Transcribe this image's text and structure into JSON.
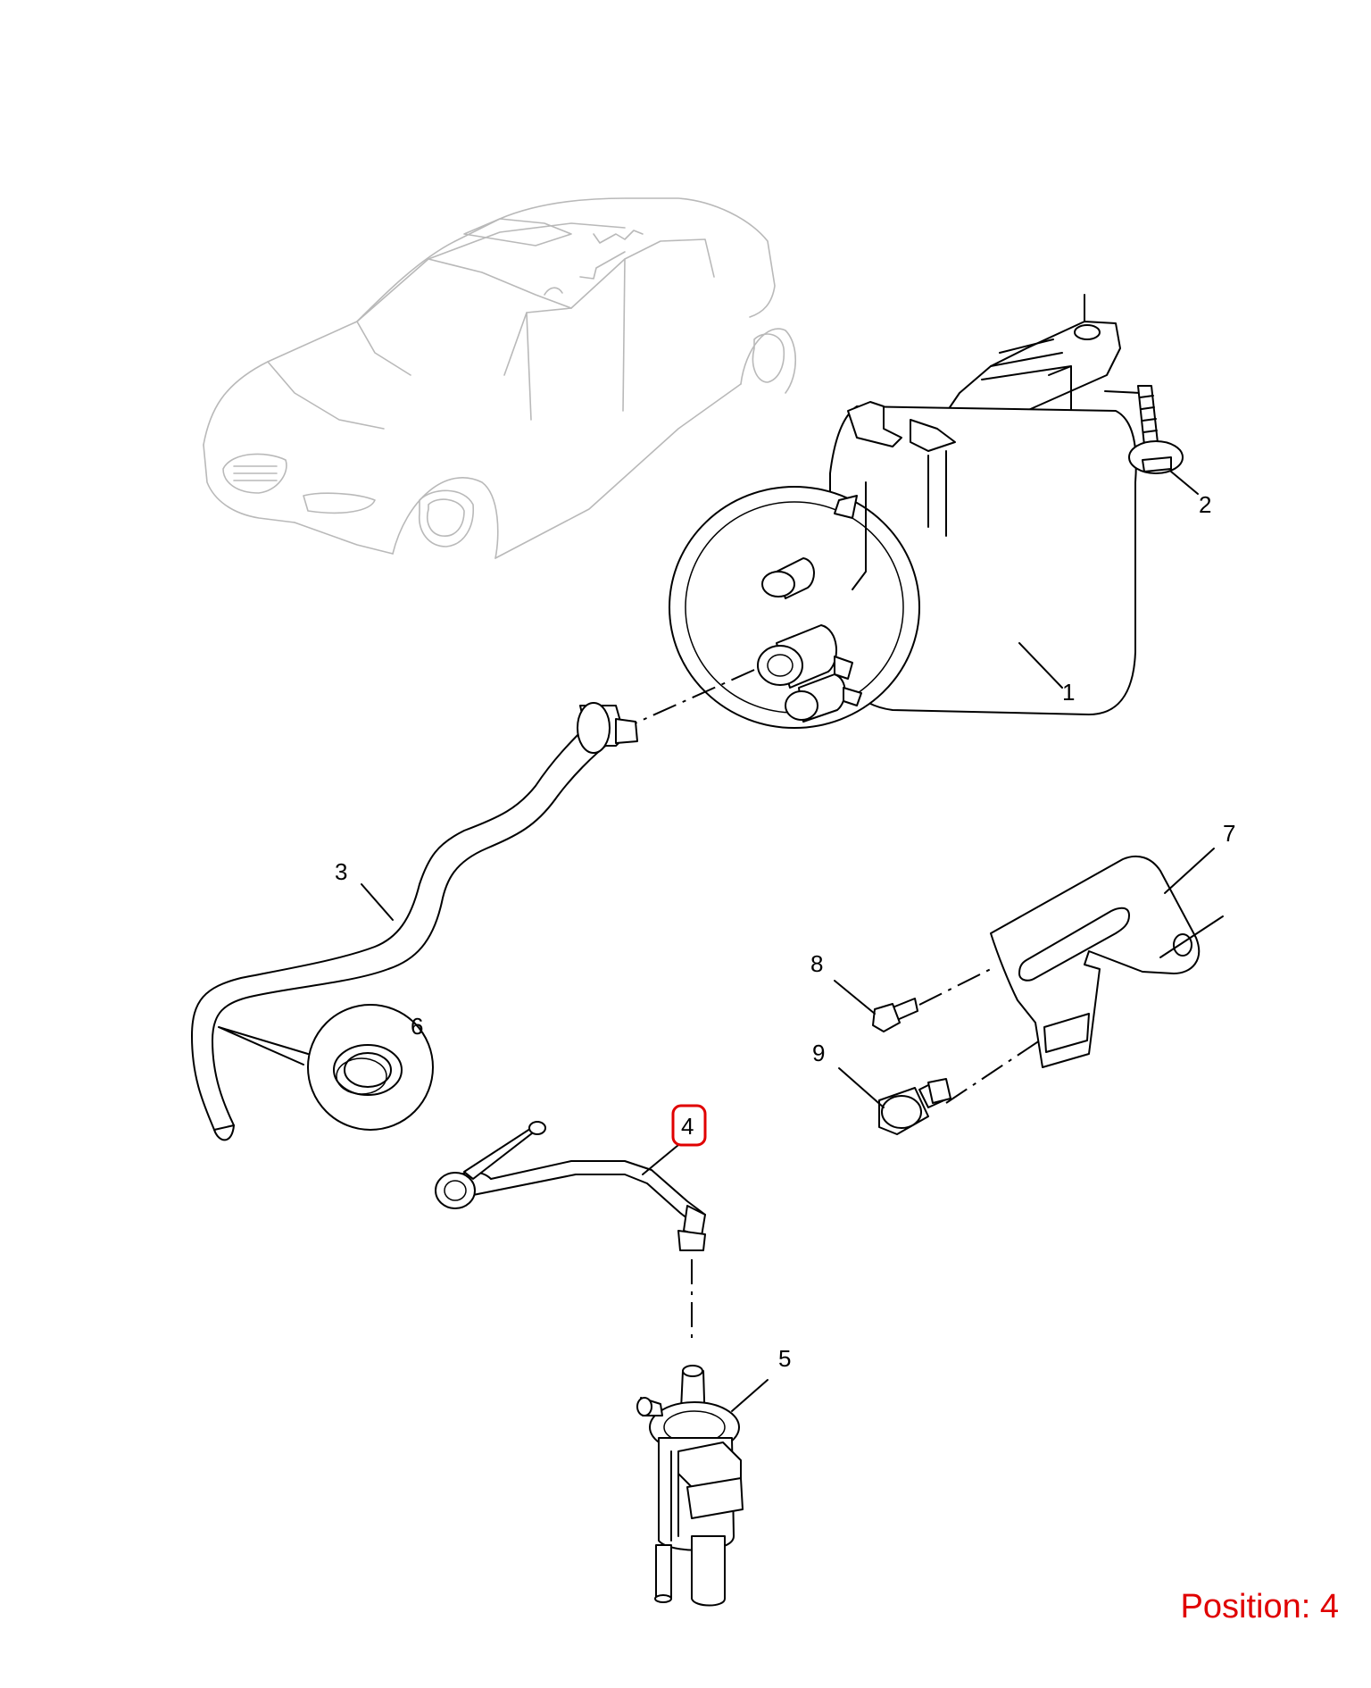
{
  "callouts": {
    "c1": "1",
    "c2": "2",
    "c3": "3",
    "c4": "4",
    "c5": "5",
    "c6": "6",
    "c7": "7",
    "c8": "8",
    "c9": "9"
  },
  "highlight": {
    "callout": "4",
    "color": "#e00000"
  },
  "position_label": "Position: 4"
}
